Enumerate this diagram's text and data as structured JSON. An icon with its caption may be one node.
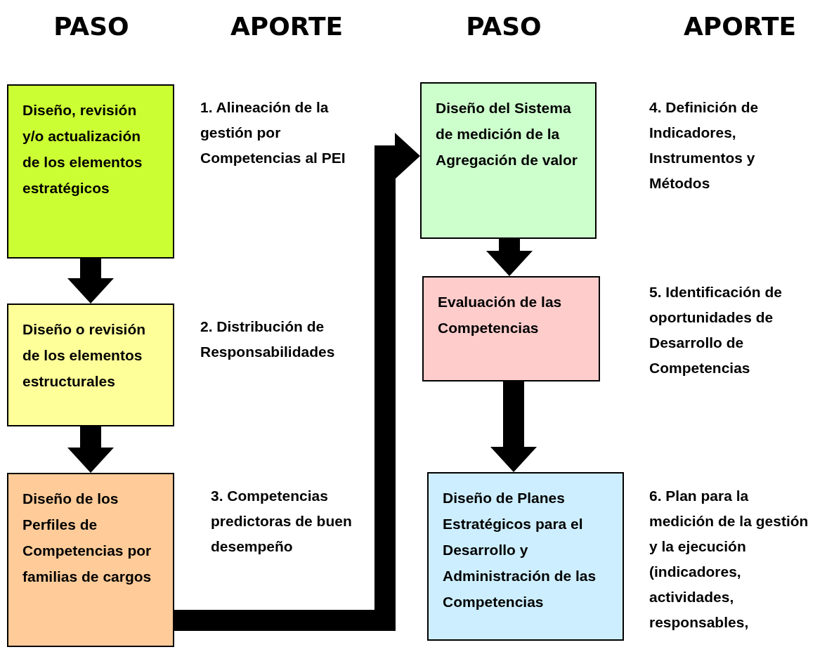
{
  "diagram": {
    "nodes": [
      {
        "text": [
          "Diseño, revisión y/o actualización de los elementos estratégicos"
        ]
      },
      {
        "text": [
          "Diseño o revisión  de los elementos estructurales"
        ]
      },
      {
        "text": [
          "Diseño de los Perfiles de Competencias por familias de cargos"
        ]
      },
      {
        "text": [
          "Diseño del Sistema de medición de la Agregación de valor"
        ]
      },
      {
        "text": [
          "Evaluación de las Competencias"
        ]
      },
      {
        "text": [
          "Diseño de Planes Estratégicos para el Desarrollo y Administración de las Competencias"
        ]
      }
    ],
    "edges": [
      {
        "from": 0,
        "to": 1,
        "arrow": "to"
      },
      {
        "from": 1,
        "to": 2,
        "arrow": "to"
      },
      {
        "from": 2,
        "to": 3,
        "arrow": "to"
      },
      {
        "from": 3,
        "to": 4,
        "arrow": "to"
      },
      {
        "from": 4,
        "to": 5,
        "arrow": "to"
      }
    ],
    "labels": [
      "PASO",
      "APORTE",
      "PASO",
      "APORTE",
      "1. Alineación de la gestión por Competencias al PEI",
      "4. Definición de Indicadores, Instrumentos y Métodos",
      "2. Distribución de Responsabilidades",
      "5. Identificación de oportunidades de Desarrollo de Competencias",
      "3. Competencias predictoras de buen desempeño",
      "6. Plan para la medición de la gestión y la ejecución (indicadores, actividades, responsables,"
    ]
  }
}
